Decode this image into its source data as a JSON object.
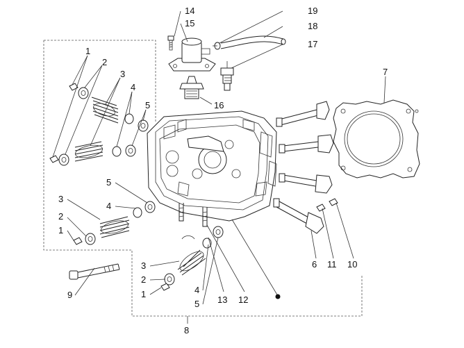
{
  "diagram": {
    "callouts": [
      {
        "key": "c14",
        "text": "14"
      },
      {
        "key": "c15",
        "text": "15"
      },
      {
        "key": "c19",
        "text": "19"
      },
      {
        "key": "c18",
        "text": "18"
      },
      {
        "key": "c17",
        "text": "17"
      },
      {
        "key": "c16",
        "text": "16"
      },
      {
        "key": "c7",
        "text": "7"
      },
      {
        "key": "c1a",
        "text": "1"
      },
      {
        "key": "c2a",
        "text": "2"
      },
      {
        "key": "c3a",
        "text": "3"
      },
      {
        "key": "c4a",
        "text": "4"
      },
      {
        "key": "c5a",
        "text": "5"
      },
      {
        "key": "c5b",
        "text": "5"
      },
      {
        "key": "c4b",
        "text": "4"
      },
      {
        "key": "c3b",
        "text": "3"
      },
      {
        "key": "c2b",
        "text": "2"
      },
      {
        "key": "c1b",
        "text": "1"
      },
      {
        "key": "c9",
        "text": "9"
      },
      {
        "key": "c3c",
        "text": "3"
      },
      {
        "key": "c2c",
        "text": "2"
      },
      {
        "key": "c1c",
        "text": "1"
      },
      {
        "key": "c4c",
        "text": "4"
      },
      {
        "key": "c5c",
        "text": "5"
      },
      {
        "key": "c13",
        "text": "13"
      },
      {
        "key": "c12",
        "text": "12"
      },
      {
        "key": "c6",
        "text": "6"
      },
      {
        "key": "c11",
        "text": "11"
      },
      {
        "key": "c10",
        "text": "10"
      },
      {
        "key": "c8",
        "text": "8"
      }
    ],
    "icon_names": [
      "cylinder-head",
      "head-gasket",
      "valve",
      "valve-spring",
      "valve-collet",
      "spring-cap",
      "thermostat-housing",
      "temperature-sender",
      "hose",
      "stud-bolt",
      "long-bolt"
    ]
  }
}
